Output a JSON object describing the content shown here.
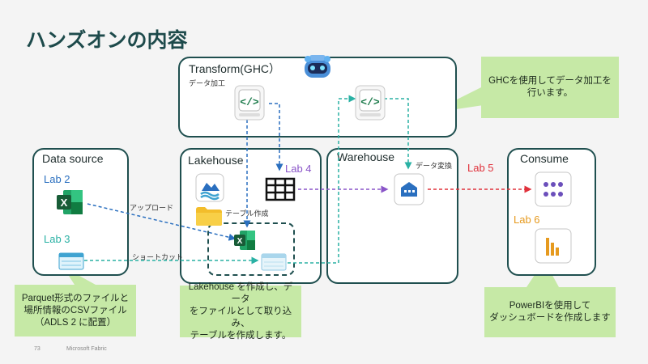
{
  "title": "ハンズオンの内容",
  "boxes": {
    "transform": {
      "label": "Transform(GHC）",
      "sublabel": "データ加工"
    },
    "datasource": {
      "label": "Data source"
    },
    "lakehouse": {
      "label": "Lakehouse"
    },
    "warehouse": {
      "label": "Warehouse"
    },
    "consume": {
      "label": "Consume"
    }
  },
  "labs": {
    "lab2": "Lab 2",
    "lab3": "Lab 3",
    "lab4": "Lab 4",
    "lab5": "Lab 5",
    "lab6": "Lab 6"
  },
  "edge_labels": {
    "upload": "アップロード",
    "shortcut": "ショートカット",
    "create_table": "テーブル作成",
    "transform": "データ変換"
  },
  "callouts": {
    "ghc": [
      "GHCを使用してデータ加工を",
      "行います。"
    ],
    "source": [
      "Parquet形式のファイルと",
      "場所情報のCSVファイル",
      "（ADLS 2 に配置）"
    ],
    "lakehouse": [
      "Lakehouse を作成し、データ",
      "をファイルとして取り込み、",
      "テーブルを作成します。"
    ],
    "powerbi": [
      "PowerBIを使用して",
      "ダッシュボードを作成します"
    ]
  },
  "footer": {
    "page": "73",
    "text": "Microsoft Fabric"
  },
  "colors": {
    "box_border": "#1f4f4f",
    "callout_bg": "#c6e9a6",
    "blue_dash": "#2a6fbf",
    "teal_dash": "#2ab1a4",
    "purple_dash": "#8a55c8",
    "red_dash": "#e0323c",
    "lab_blue": "#2a6fbf",
    "lab_teal": "#2ab1a4",
    "lab_purple": "#8a55c8",
    "lab_red": "#e0323c",
    "lab_orange": "#e69a1f"
  }
}
